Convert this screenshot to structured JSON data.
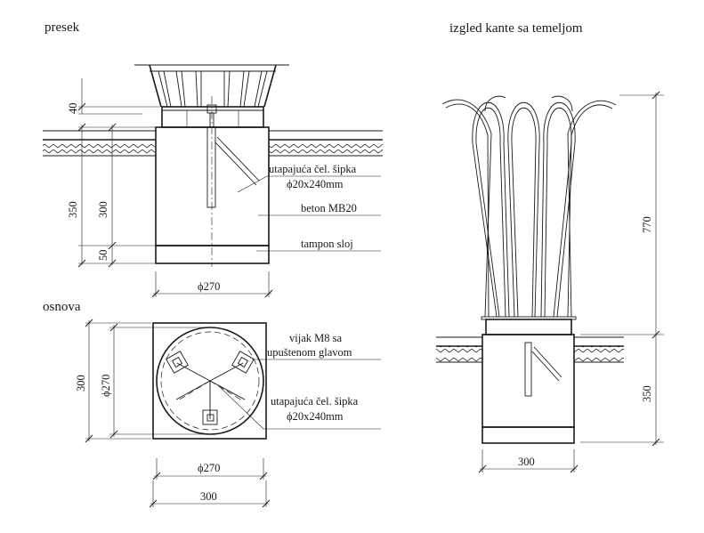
{
  "titles": {
    "section": "presek",
    "plan": "osnova",
    "view": "izgled kante sa temeljom"
  },
  "labels": {
    "rod_section": "utapajuća čel. šipka",
    "rod_section_size": "ϕ20x240mm",
    "concrete": "beton MB20",
    "gravel": "tampon sloj",
    "bolt": "vijak M8 sa",
    "bolt_2": "upuštenom glavom",
    "rod_plan": "utapajuća čel. šipka",
    "rod_plan_size": "ϕ20x240mm"
  },
  "dimensions": {
    "sec_40": "40",
    "sec_350": "350",
    "sec_300": "300",
    "sec_50": "50",
    "sec_d270": "ϕ270",
    "plan_300_v": "300",
    "plan_d270_v": "ϕ270",
    "plan_d270_h": "ϕ270",
    "plan_300_h": "300",
    "view_770": "770",
    "view_350": "350",
    "view_300": "300"
  }
}
